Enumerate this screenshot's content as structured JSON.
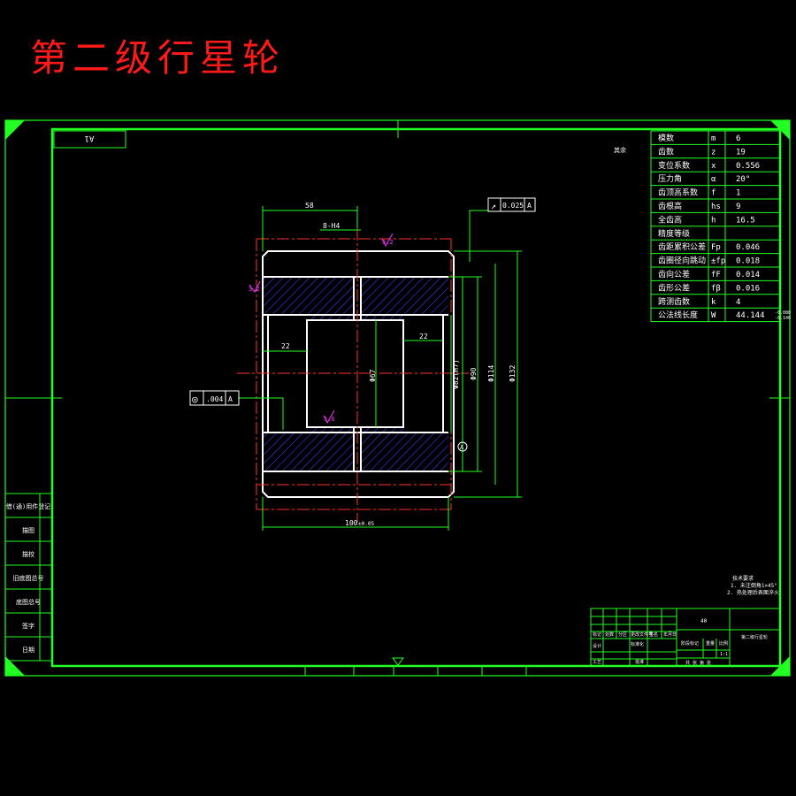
{
  "title": "第二级行星轮",
  "drawing": {
    "code_box": "A1",
    "surface_mark": "其余",
    "dims": {
      "width_top": "58",
      "keyway": "8-H4",
      "bore_left": "22",
      "bore_right": "22",
      "bore_dia": "Φ67",
      "groove_dia": "Φ82(H7)",
      "dia_90": "Φ90",
      "dia_114": "Φ114",
      "dia_outer": "Φ132",
      "length": "100",
      "length_tol": "±0.05"
    },
    "roughness": [
      "3.2",
      "3.2",
      "1.6"
    ],
    "runout": {
      "symbol": "↗",
      "value": "0.025",
      "datum": "A"
    },
    "cylindricity": {
      "symbol": "◎",
      "value": ".004",
      "datum": "A"
    },
    "datum_mark": "A"
  },
  "param_table": [
    {
      "name": "模数",
      "sym": "m",
      "val": "6"
    },
    {
      "name": "齿数",
      "sym": "z",
      "val": "19"
    },
    {
      "name": "变位系数",
      "sym": "x",
      "val": "0.556"
    },
    {
      "name": "压力角",
      "sym": "α",
      "val": "20°"
    },
    {
      "name": "齿顶高系数",
      "sym": "f",
      "val": "1"
    },
    {
      "name": "齿根高",
      "sym": "hs",
      "val": "9"
    },
    {
      "name": "全齿高",
      "sym": "h",
      "val": "16.5"
    },
    {
      "name": "精度等级",
      "sym": "",
      "val": ""
    },
    {
      "name": "齿距累积公差",
      "sym": "Fp",
      "val": "0.046"
    },
    {
      "name": "齿圈径向跳动",
      "sym": "±fp",
      "val": "0.018"
    },
    {
      "name": "齿向公差",
      "sym": "fF",
      "val": "0.014"
    },
    {
      "name": "齿形公差",
      "sym": "fβ",
      "val": "0.016"
    },
    {
      "name": "跨测齿数",
      "sym": "k",
      "val": "4"
    },
    {
      "name": "公法线长度",
      "sym": "W",
      "val": "44.144"
    }
  ],
  "w_tol": [
    "-0.080",
    "-0.140"
  ],
  "side_block": [
    "借(通)用件登记",
    "描图",
    "描校",
    "旧底图总号",
    "底图总号",
    "签字",
    "日期"
  ],
  "notes": {
    "heading": "技术要求",
    "lines": [
      "1. 未注倒角1×45°",
      "2. 热处理后表面淬火"
    ]
  },
  "title_block": {
    "material": "40",
    "name": "第二级行星轮",
    "stage_label": "阶段标记",
    "weight_label": "重量",
    "scale_label": "比例",
    "scale": "1:1",
    "sheet": "共 张 第 张",
    "row_labels": [
      "标记",
      "处数",
      "分区",
      "更改文件号",
      "签名",
      "年月日"
    ],
    "design": "设计",
    "standard": "标准化",
    "craft": "工艺",
    "approve": "批准"
  }
}
